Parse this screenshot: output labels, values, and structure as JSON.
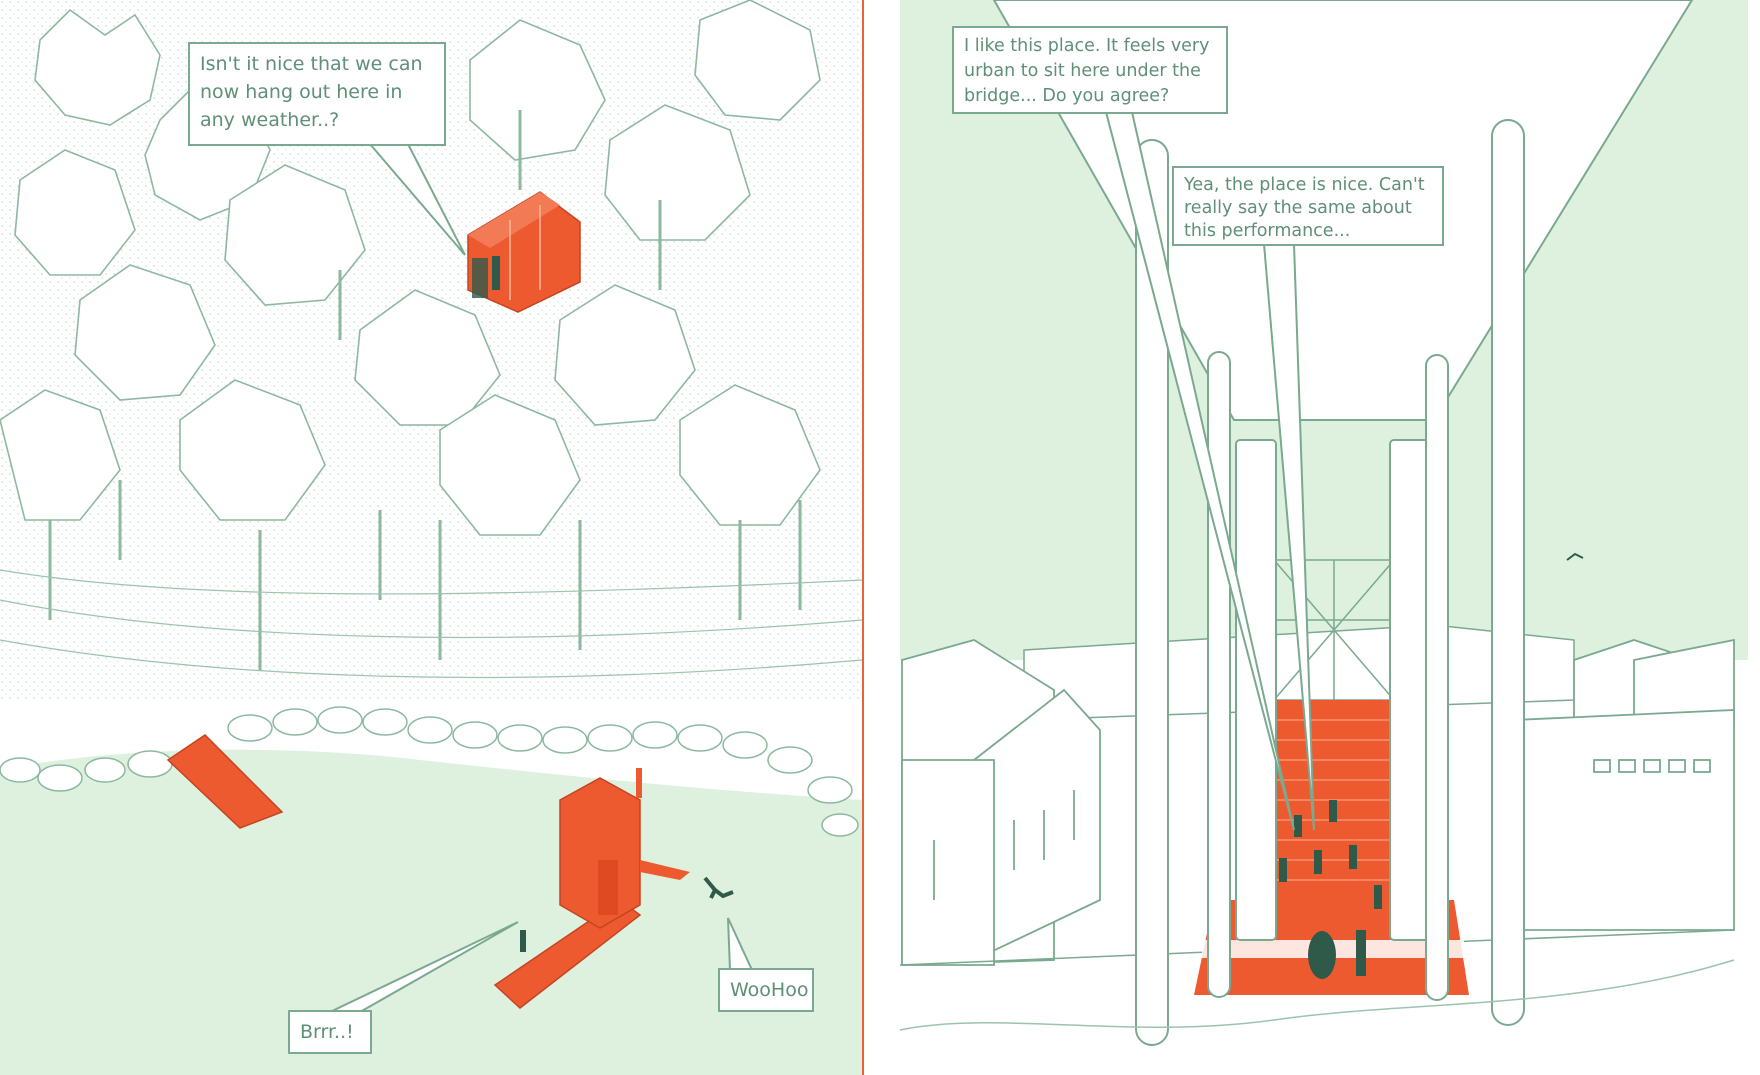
{
  "left_panel": {
    "bubble_top": "Isn't it nice that we can\nnow hang out here in\nany weather..?",
    "bubble_brrr": "Brrr..!",
    "bubble_woohoo": "WooHoo"
  },
  "right_panel": {
    "bubble_top": "I like this place. It feels very\nurban to sit here under the\nbridge... Do you agree?",
    "bubble_second": "Yea, the place is nice. Can't\nreally say the same about\nthis performance..."
  },
  "colors": {
    "accent_orange": "#ee5a2f",
    "line_green": "#7aa98f",
    "fill_green": "#ddf1de",
    "figure_dark": "#2f5a4a"
  }
}
